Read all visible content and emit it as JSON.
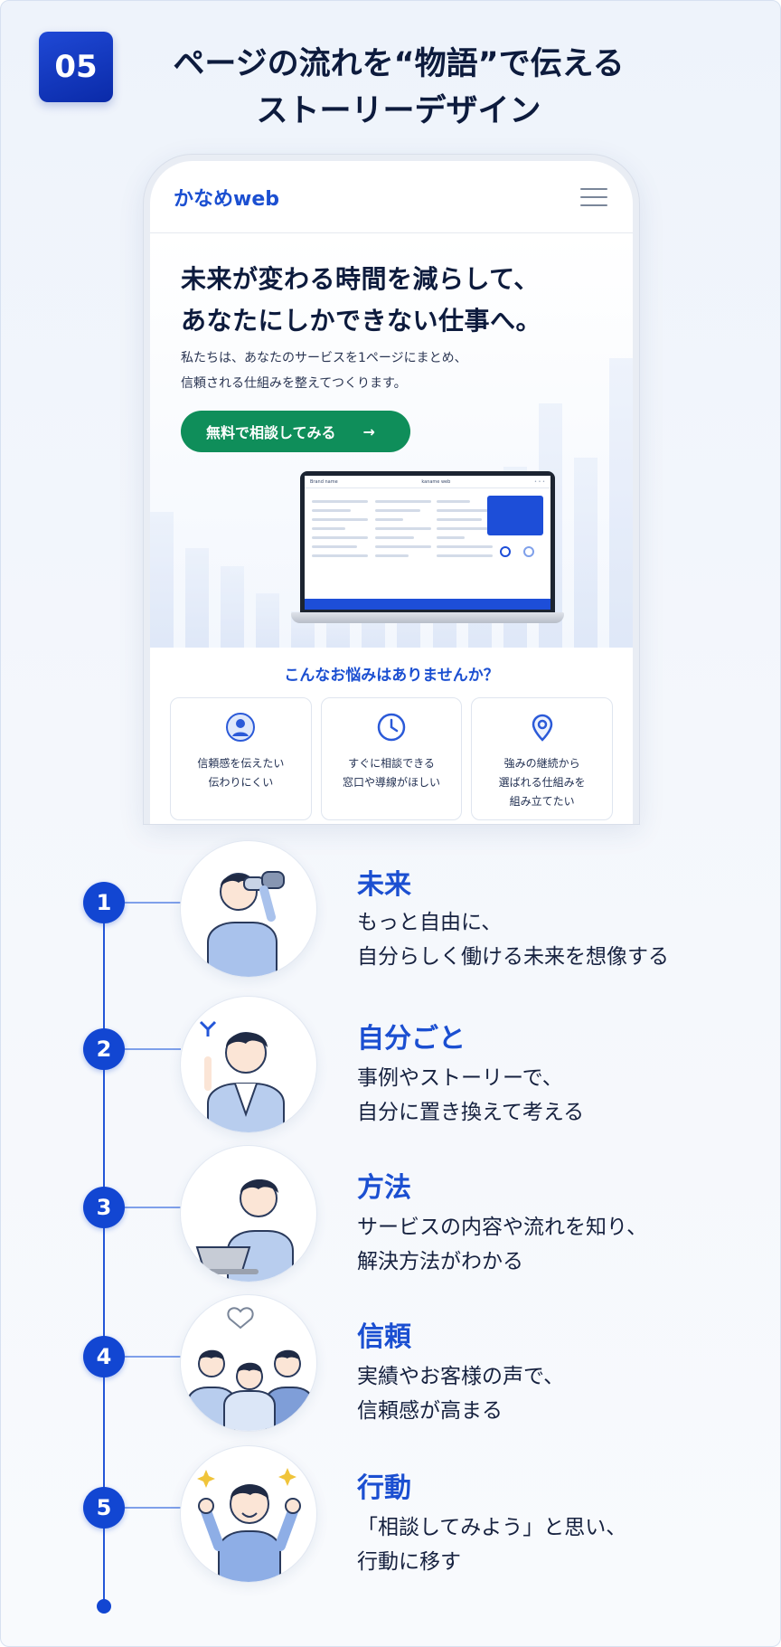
{
  "header": {
    "badge": "05",
    "title_line1": "ページの流れを“物語”で伝える",
    "title_line2": "ストーリーデザイン"
  },
  "phone": {
    "brand": "かなめweb",
    "hero": {
      "heading_line1": "未来が変わる時間を減らして、",
      "heading_line2": "あなたにしかできない仕事へ。",
      "sub_line1": "私たちは、あなたのサービスを1ページにまとめ、",
      "sub_line2": "信頼される仕組みを整えてつくります。",
      "cta_label": "無料で相談してみる",
      "cta_arrow": "→"
    },
    "laptop_screen": {
      "left_brand": "Brand name",
      "center_brand": "kaname web"
    },
    "worries": {
      "title": "こんなお悩みはありませんか？",
      "cards": [
        {
          "icon": "person-icon",
          "line1": "信頼感を伝えたい",
          "line2": "伝わりにくい",
          "line3": ""
        },
        {
          "icon": "clock-icon",
          "line1": "すぐに相談できる",
          "line2": "窓口や導線がほしい",
          "line3": ""
        },
        {
          "icon": "pin-icon",
          "line1": "強みの継続から",
          "line2": "選ばれる仕組みを",
          "line3": "組み立てたい"
        }
      ]
    }
  },
  "steps": [
    {
      "num": "1",
      "title": "未来",
      "line1": "もっと自由に、",
      "line2": "自分らしく働ける未来を想像する",
      "illustration": "binoculars-person"
    },
    {
      "num": "2",
      "title": "自分ごと",
      "line1": "事例やストーリーで、",
      "line2": "自分に置き換えて考える",
      "illustration": "pointing-person"
    },
    {
      "num": "3",
      "title": "方法",
      "line1": "サービスの内容や流れを知り、",
      "line2": "解決方法がわかる",
      "illustration": "laptop-person"
    },
    {
      "num": "4",
      "title": "信頼",
      "line1": "実績やお客様の声で、",
      "line2": "信頼感が高まる",
      "illustration": "group-heart"
    },
    {
      "num": "5",
      "title": "行動",
      "line1": "「相談してみよう」と思い、",
      "line2": "行動に移す",
      "illustration": "cheering-person"
    }
  ],
  "colors": {
    "primary": "#1246d2",
    "accent_green": "#0f8e5a",
    "text_dark": "#0d1b3d"
  }
}
